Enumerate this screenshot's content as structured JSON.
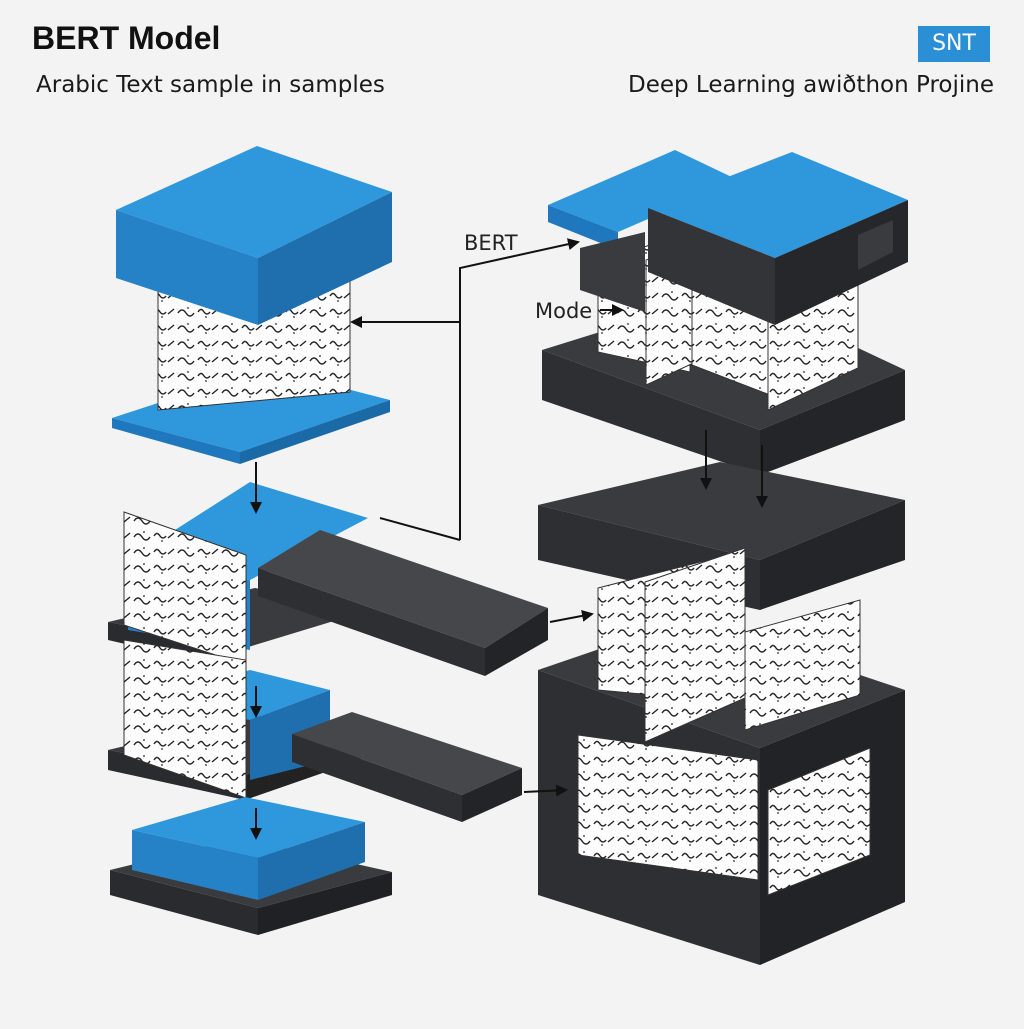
{
  "header": {
    "title": "BERT Model",
    "subtitle_left": "Arabic  Text sample in samples",
    "subtitle_right": "Deep Learning awiðthon Projine",
    "badge": "SNT"
  },
  "labels": {
    "bert": "BERT",
    "mode": "Mode"
  },
  "colors": {
    "background": "#f3f3f3",
    "blue_top": "#2f97dc",
    "blue_side": "#1f78bd",
    "dark_top": "#3a3b3e",
    "dark_side": "#2a2b2e",
    "paper": "#ffffff",
    "arrow": "#111111"
  },
  "icons": {
    "text_panels": "arabic-text-page-icon"
  }
}
